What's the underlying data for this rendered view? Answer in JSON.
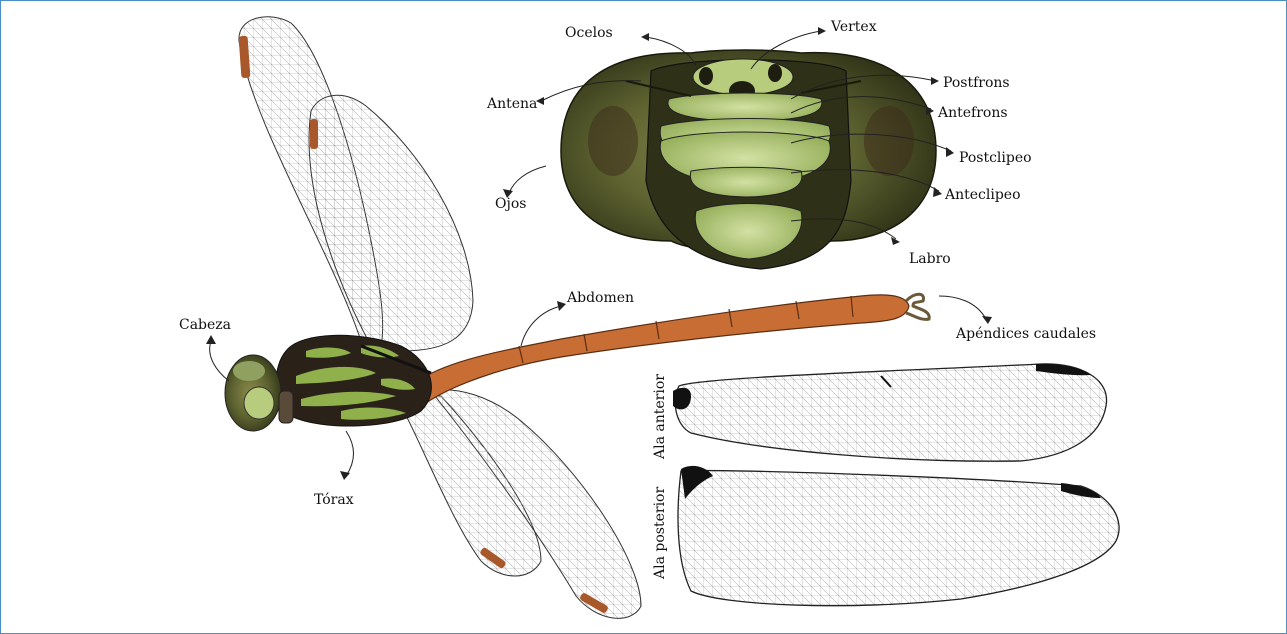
{
  "figure": {
    "border_color": "#4a8fc4",
    "head_labels": {
      "ocelos": "Ocelos",
      "vertex": "Vertex",
      "postfrons": "Postfrons",
      "antena": "Antena",
      "antefrons": "Antefrons",
      "postclipeo": "Postclipeo",
      "ojos": "Ojos",
      "anteclipeo": "Anteclipeo",
      "labro": "Labro"
    },
    "body_labels": {
      "cabeza": "Cabeza",
      "torax": "Tórax",
      "abdomen": "Abdomen",
      "apendices": "Apéndices caudales"
    },
    "wing_labels": {
      "ala_anterior": "Ala anterior",
      "ala_posterior": "Ala posterior"
    },
    "colors": {
      "eye_dark": "#3f4321",
      "face_green": "#b7cc7c",
      "abdomen": "#c86e35",
      "thorax_dark": "#2a2219",
      "thorax_green": "#8fb04a",
      "pterostigma": "#a8582a"
    }
  }
}
